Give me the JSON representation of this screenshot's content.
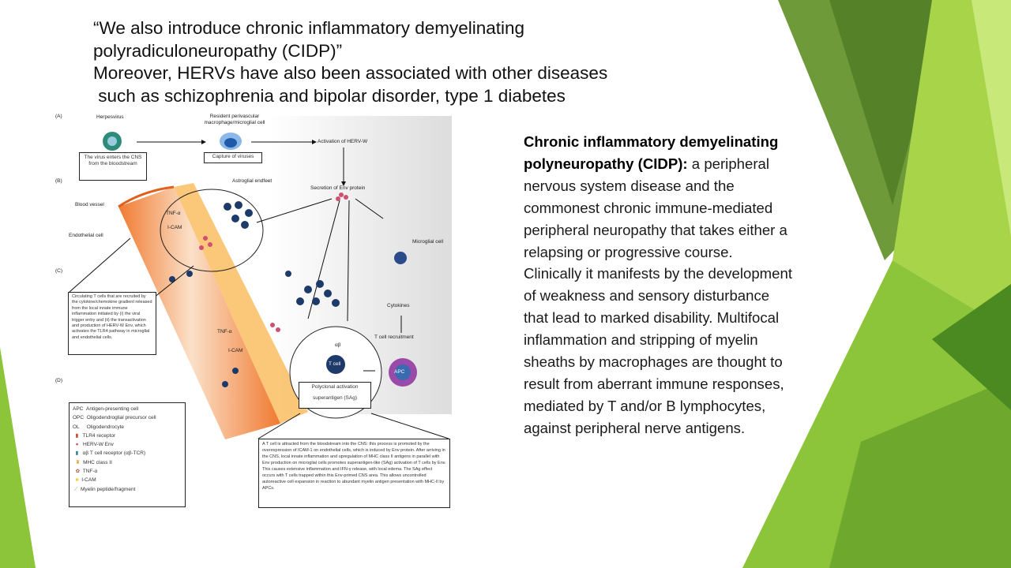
{
  "slide": {
    "title_lines": [
      "“We also introduce chronic inflammatory demyelinating",
      "polyradiculoneuropathy (CIDP)”",
      "Moreover, HERVs have also been associated with other diseases",
      " such as schizophrenia and bipolar disorder, type 1 diabetes"
    ],
    "definition": {
      "term": "Chronic inflammatory demyelinating polyneuropathy (CIDP):",
      "text": " a peripheral nervous system disease and the commonest chronic immune-mediated peripheral neuropathy that takes either a relapsing or progressive course. Clinically it manifests by the development of weakness and sensory disturbance that lead to marked disability. Multifocal inflammation and stripping of myelin sheaths by macrophages are thought to result from aberrant immune responses, mediated by T and/or B lymphocytes, against peripheral nerve antigens."
    }
  },
  "figure": {
    "panels": [
      "(A)",
      "(B)",
      "(C)",
      "(D)"
    ],
    "labels": {
      "herpesvirus": "Herpesvirus",
      "macrophage": "Resident perivascular macrophage/microglial cell",
      "activation": "Activation of HERV-W",
      "virus_enters": "The virus enters the CNS from the bloodstream",
      "capture": "Capture of viruses",
      "astroglial": "Astroglial endfeet",
      "secretion": "Secretion of Env protein",
      "blood_vessel": "Blood vessel",
      "endothelial": "Endothelial cell",
      "microglial": "Microglial cell",
      "cytokines": "Cytokines",
      "tcell_recruit": "T cell recruitment",
      "tnf": "TNF-α",
      "icam": "I-CAM",
      "apc": "APC",
      "tcell": "T cell",
      "polyclonal": "Polyclonal activation",
      "superantigen": "superantigen (SAg)",
      "alpha_beta": "αβ"
    },
    "box_c": "Circulating T cells that are recruited by the cytokine/chemokine gradient released from the local innate immune inflammation initiated by (i) the viral trigger entry and (ii) the transactivation and production of HERV-W Env, which activates the TLR4 pathway in microglial and endothelial cells.",
    "caption": "A T cell is attracted from the bloodstream into the CNS: this process is promoted by the overexpression of ICAM-1 on endothelial cells, which is induced by Env protein. After arriving in the CNS, local innate inflammation and upregulation of MHC class II antigens in parallel with Env production on microglial cells promotes superantigen-like (SAg) activation of T cells by Env. This causes extensive inflammation and IFN-γ release, with local edema. The SAg effect occurs with T cells trapped within this Env-primed CNS area. This allows uncontrolled autoreactive cell expansion in reaction to abundant myelin antigen presentation with MHC-II by APCs.",
    "legend": [
      {
        "abbr": "APC",
        "text": "Antigen-presenting cell"
      },
      {
        "abbr": "OPC",
        "text": "Oligodendroglial precursor cell"
      },
      {
        "abbr": "OL",
        "text": "Oligodendrocyte"
      },
      {
        "icon": "tlr4",
        "text": "TLR4 receptor",
        "color": "#c0392b"
      },
      {
        "icon": "env",
        "text": "HERV-W Env",
        "color": "#d05070"
      },
      {
        "icon": "tcr",
        "text": "αβ T cell receptor  (αβ-TCR)",
        "color": "#2a7a8a"
      },
      {
        "icon": "mhc",
        "text": "MHC class II",
        "color": "#e0a030"
      },
      {
        "icon": "tnf",
        "text": "TNF-α",
        "color": "#a0522d"
      },
      {
        "icon": "icam",
        "text": "I-CAM",
        "color": "#f0d040"
      },
      {
        "icon": "myelin",
        "text": "Myelin peptide/fragment",
        "color": "#5a9a30"
      }
    ]
  },
  "colors": {
    "green_dark": "#5a8a2a",
    "green_light": "#9acd32",
    "vessel": "#f08a40"
  }
}
